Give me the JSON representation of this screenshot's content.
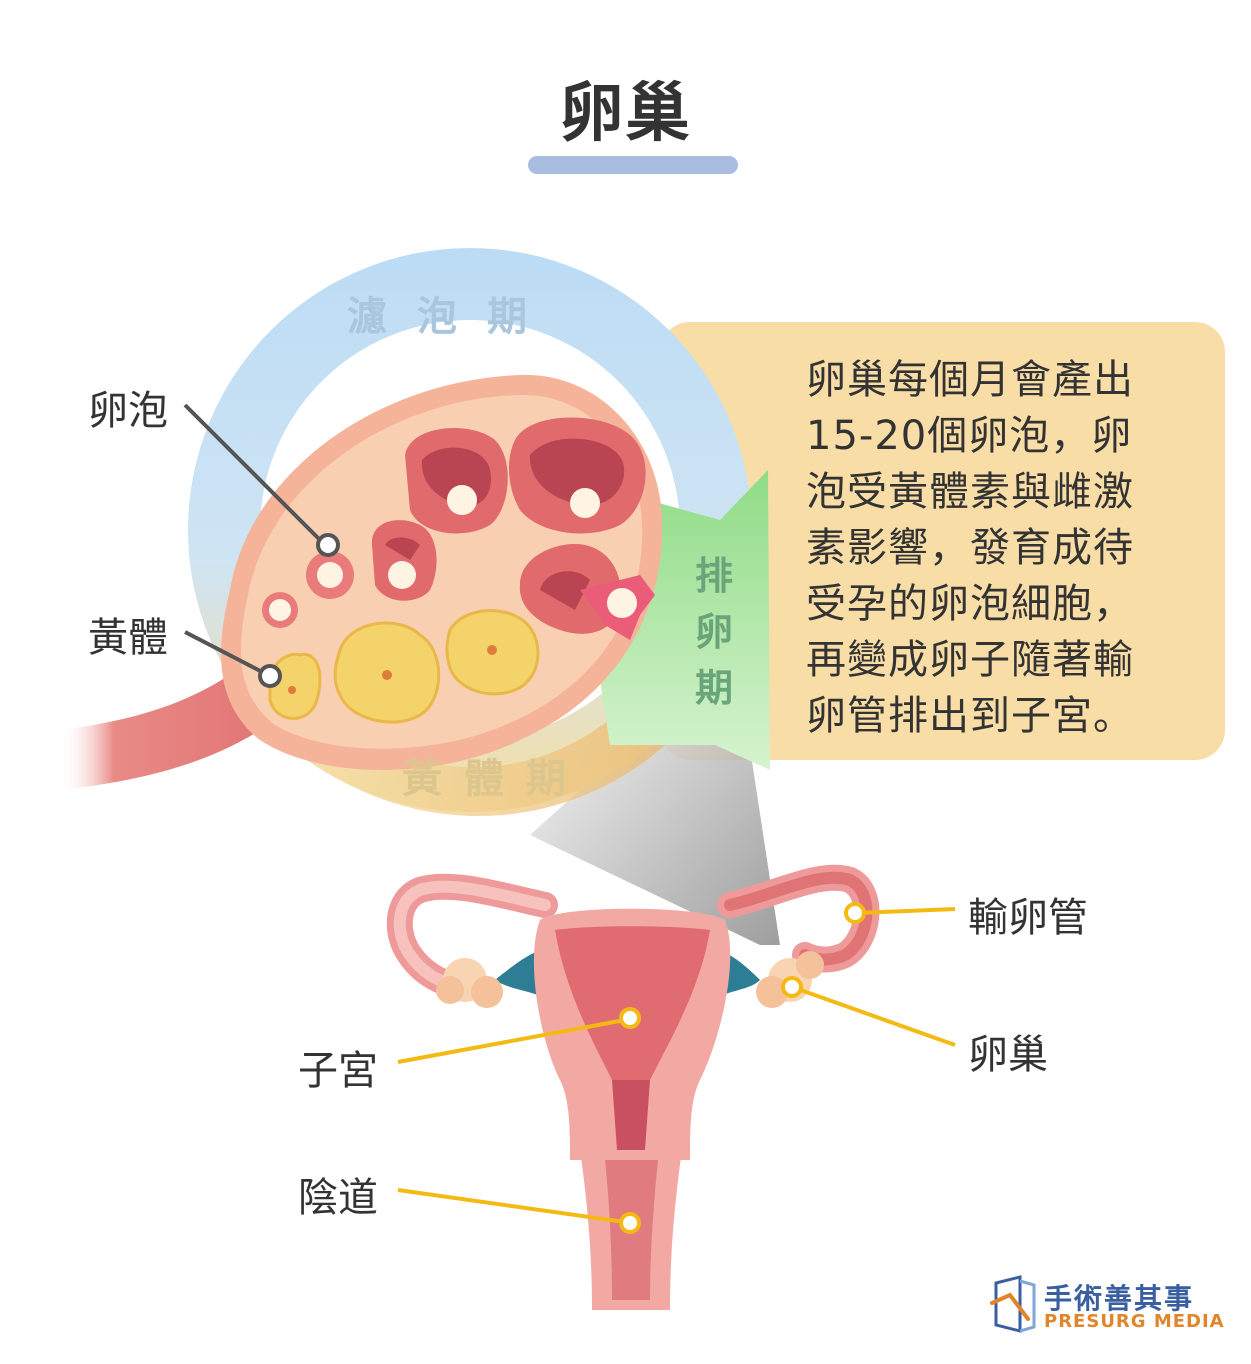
{
  "title": "卵巢",
  "phases": {
    "follicular": "濾泡期",
    "ovulation": "排卵期",
    "luteal": "黃體期"
  },
  "zoom_labels": {
    "follicle": "卵泡",
    "corpus_luteum": "黃體"
  },
  "description": [
    "卵巢每個月會產出",
    "15-20個卵泡，卵",
    "泡受黃體素與雌激",
    "素影響，發育成待",
    "受孕的卵泡細胞，",
    "再變成卵子隨著輸",
    "卵管排出到子宮。"
  ],
  "anatomy_labels": {
    "fallopian_tube": "輸卵管",
    "ovary": "卵巢",
    "uterus": "子宮",
    "vagina": "陰道"
  },
  "brand": {
    "name_cn": "手術善其事",
    "name_en": "PRESURG MEDIA"
  },
  "colors": {
    "title_bar": "#a9bde0",
    "info_box": "#f8dda6",
    "follicular_ring": "#bcdcf5",
    "ovulation_arrow": "#b8e8b0",
    "luteal_ring": "#f6dfa4",
    "tissue": "#f7c7a8",
    "leader_line_dark": "#555555",
    "leader_line_gold": "#f5b914"
  }
}
